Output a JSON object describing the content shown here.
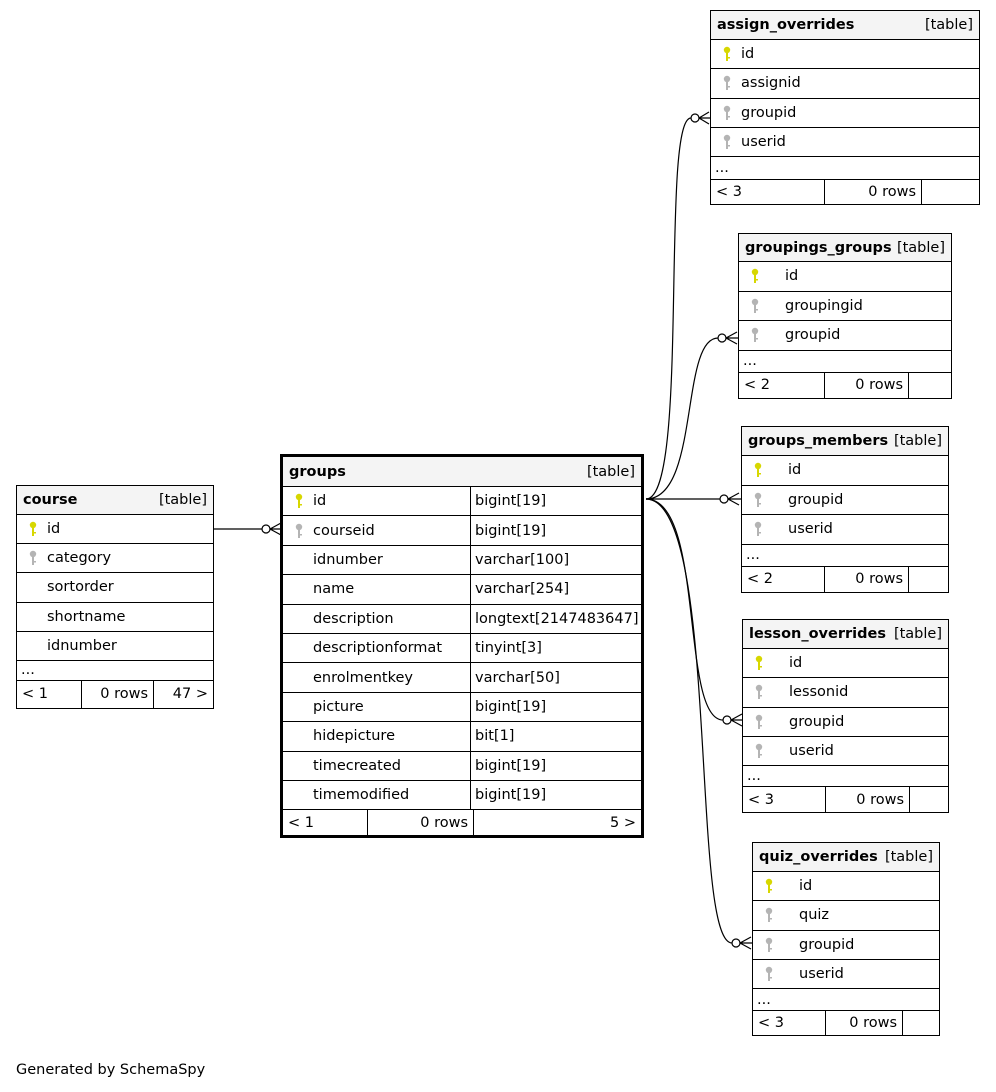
{
  "footer": "Generated by SchemaSpy",
  "colors": {
    "primary_key": "#d7d700",
    "foreign_key": "#b4b4b4",
    "header_bg": "#f4f4f4"
  },
  "tables": {
    "course": {
      "name": "course",
      "tag": "[table]",
      "columns": [
        {
          "name": "id",
          "key": "primary"
        },
        {
          "name": "category",
          "key": "foreign"
        },
        {
          "name": "sortorder",
          "key": ""
        },
        {
          "name": "shortname",
          "key": ""
        },
        {
          "name": "idnumber",
          "key": ""
        }
      ],
      "more": "...",
      "footer": [
        "< 1",
        "0 rows",
        "47 >"
      ]
    },
    "groups": {
      "name": "groups",
      "tag": "[table]",
      "columns": [
        {
          "name": "id",
          "type": "bigint[19]",
          "key": "primary"
        },
        {
          "name": "courseid",
          "type": "bigint[19]",
          "key": "foreign"
        },
        {
          "name": "idnumber",
          "type": "varchar[100]",
          "key": ""
        },
        {
          "name": "name",
          "type": "varchar[254]",
          "key": ""
        },
        {
          "name": "description",
          "type": "longtext[2147483647]",
          "key": ""
        },
        {
          "name": "descriptionformat",
          "type": "tinyint[3]",
          "key": ""
        },
        {
          "name": "enrolmentkey",
          "type": "varchar[50]",
          "key": ""
        },
        {
          "name": "picture",
          "type": "bigint[19]",
          "key": ""
        },
        {
          "name": "hidepicture",
          "type": "bit[1]",
          "key": ""
        },
        {
          "name": "timecreated",
          "type": "bigint[19]",
          "key": ""
        },
        {
          "name": "timemodified",
          "type": "bigint[19]",
          "key": ""
        }
      ],
      "footer": [
        "< 1",
        "0 rows",
        "5 >"
      ]
    },
    "assign_overrides": {
      "name": "assign_overrides",
      "tag": "[table]",
      "columns": [
        {
          "name": "id",
          "key": "primary"
        },
        {
          "name": "assignid",
          "key": "foreign"
        },
        {
          "name": "groupid",
          "key": "foreign"
        },
        {
          "name": "userid",
          "key": "foreign"
        }
      ],
      "more": "...",
      "footer": [
        "< 3",
        "0 rows",
        ""
      ]
    },
    "groupings_groups": {
      "name": "groupings_groups",
      "tag": "[table]",
      "columns": [
        {
          "name": "id",
          "key": "primary"
        },
        {
          "name": "groupingid",
          "key": "foreign"
        },
        {
          "name": "groupid",
          "key": "foreign"
        }
      ],
      "more": "...",
      "footer": [
        "< 2",
        "0 rows",
        ""
      ]
    },
    "groups_members": {
      "name": "groups_members",
      "tag": "[table]",
      "columns": [
        {
          "name": "id",
          "key": "primary"
        },
        {
          "name": "groupid",
          "key": "foreign"
        },
        {
          "name": "userid",
          "key": "foreign"
        }
      ],
      "more": "...",
      "footer": [
        "< 2",
        "0 rows",
        ""
      ]
    },
    "lesson_overrides": {
      "name": "lesson_overrides",
      "tag": "[table]",
      "columns": [
        {
          "name": "id",
          "key": "primary"
        },
        {
          "name": "lessonid",
          "key": "foreign"
        },
        {
          "name": "groupid",
          "key": "foreign"
        },
        {
          "name": "userid",
          "key": "foreign"
        }
      ],
      "more": "...",
      "footer": [
        "< 3",
        "0 rows",
        ""
      ]
    },
    "quiz_overrides": {
      "name": "quiz_overrides",
      "tag": "[table]",
      "columns": [
        {
          "name": "id",
          "key": "primary"
        },
        {
          "name": "quiz",
          "key": "foreign"
        },
        {
          "name": "groupid",
          "key": "foreign"
        },
        {
          "name": "userid",
          "key": "foreign"
        }
      ],
      "more": "...",
      "footer": [
        "< 3",
        "0 rows",
        ""
      ]
    }
  }
}
